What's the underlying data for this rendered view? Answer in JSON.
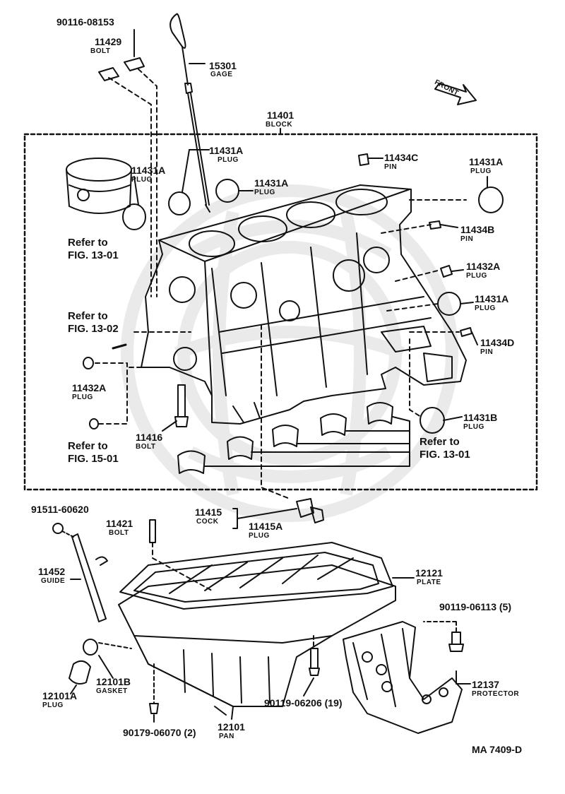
{
  "diagram_id": "MA 7409-D",
  "front_label": "FRONT",
  "colors": {
    "ink": "#111111",
    "watermark": "#000000"
  },
  "parts": {
    "p90116": {
      "number": "90116-08153"
    },
    "p11429": {
      "number": "11429",
      "name": "BOLT"
    },
    "p15301": {
      "number": "15301",
      "name": "GAGE"
    },
    "p11401": {
      "number": "11401",
      "name": "BLOCK"
    },
    "p11431A_1": {
      "number": "11431A",
      "name": "PLUG"
    },
    "p11431A_2": {
      "number": "11431A",
      "name": "PLUG"
    },
    "p11431A_3": {
      "number": "11431A",
      "name": "PLUG"
    },
    "p11434C": {
      "number": "11434C",
      "name": "PIN"
    },
    "p11431A_4": {
      "number": "11431A",
      "name": "PLUG"
    },
    "p11434B": {
      "number": "11434B",
      "name": "PIN"
    },
    "p11432A_r": {
      "number": "11432A",
      "name": "PLUG"
    },
    "p11431A_5": {
      "number": "11431A",
      "name": "PLUG"
    },
    "p11434D": {
      "number": "11434D",
      "name": "PIN"
    },
    "p11432A_l": {
      "number": "11432A",
      "name": "PLUG"
    },
    "p11416": {
      "number": "11416",
      "name": "BOLT"
    },
    "p11431B": {
      "number": "11431B",
      "name": "PLUG"
    },
    "p91511": {
      "number": "91511-60620"
    },
    "p11421": {
      "number": "11421",
      "name": "BOLT"
    },
    "p11415": {
      "number": "11415",
      "name": "COCK"
    },
    "p11415A": {
      "number": "11415A",
      "name": "PLUG"
    },
    "p11452": {
      "number": "11452",
      "name": "GUIDE"
    },
    "p12121": {
      "number": "12121",
      "name": "PLATE"
    },
    "p90119a": {
      "number": "90119-06113 (5)"
    },
    "p12137": {
      "number": "12137",
      "name": "PROTECTOR"
    },
    "p12101B": {
      "number": "12101B",
      "name": "GASKET"
    },
    "p12101A": {
      "number": "12101A",
      "name": "PLUG"
    },
    "p90119b": {
      "number": "90119-06206 (19)"
    },
    "p90179": {
      "number": "90179-06070 (2)"
    },
    "p12101": {
      "number": "12101",
      "name": "PAN"
    }
  },
  "refs": {
    "r1301a": {
      "line1": "Refer to",
      "line2": "FIG. 13-01"
    },
    "r1302": {
      "line1": "Refer to",
      "line2": "FIG. 13-02"
    },
    "r1501": {
      "line1": "Refer to",
      "line2": "FIG. 15-01"
    },
    "r1301b": {
      "line1": "Refer to",
      "line2": "FIG. 13-01"
    }
  }
}
